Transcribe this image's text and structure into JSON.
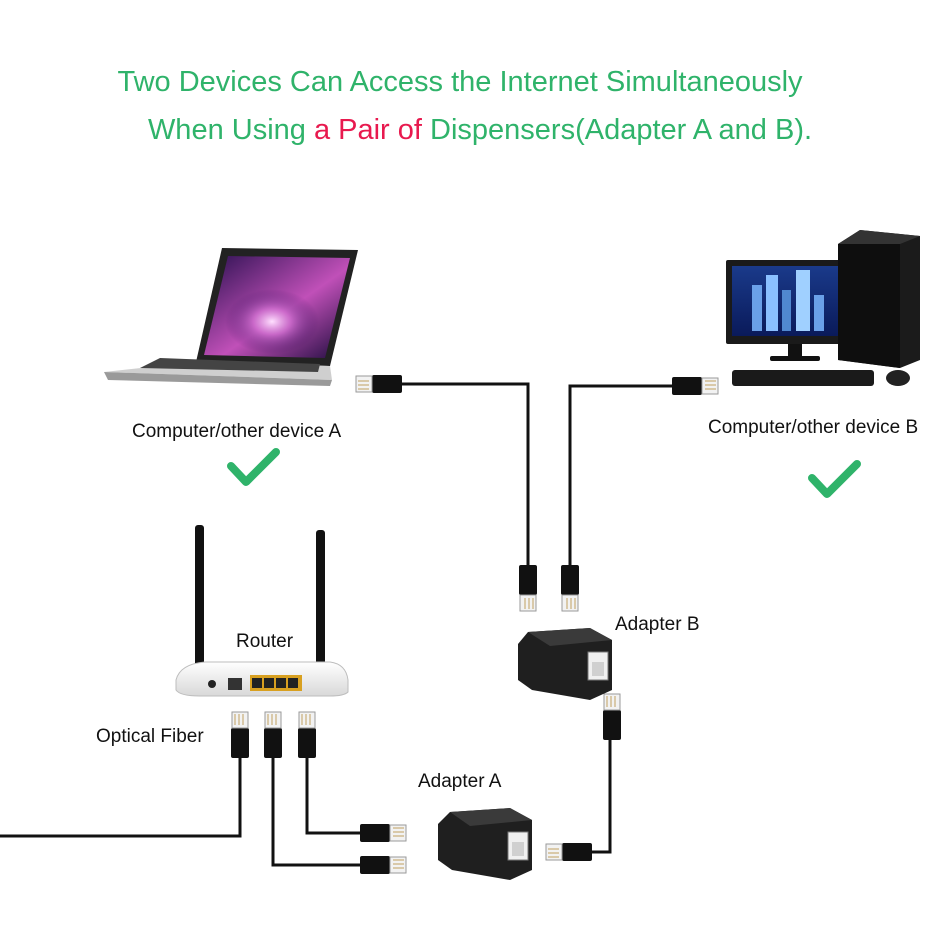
{
  "title": {
    "line1": "Two Devices Can Access the Internet  Simultaneously",
    "line2_part1": "When Using ",
    "line2_highlight": "a Pair of",
    "line2_part2": " Dispensers(Adapter A and B)."
  },
  "labels": {
    "device_a": "Computer/other device A",
    "device_b": "Computer/other device B",
    "router": "Router",
    "optical_fiber": "Optical Fiber",
    "adapter_a": "Adapter A",
    "adapter_b": "Adapter B"
  },
  "icons": {
    "laptop": "laptop-icon",
    "desktop": "desktop-computer-icon",
    "router": "wifi-router-icon",
    "check": "checkmark-icon",
    "connector": "rj45-connector-icon",
    "adapter": "ethernet-splitter-icon"
  },
  "colors": {
    "title": "#2fb36a",
    "highlight": "#e8194e",
    "check": "#2fb36a",
    "cable": "#111111"
  }
}
